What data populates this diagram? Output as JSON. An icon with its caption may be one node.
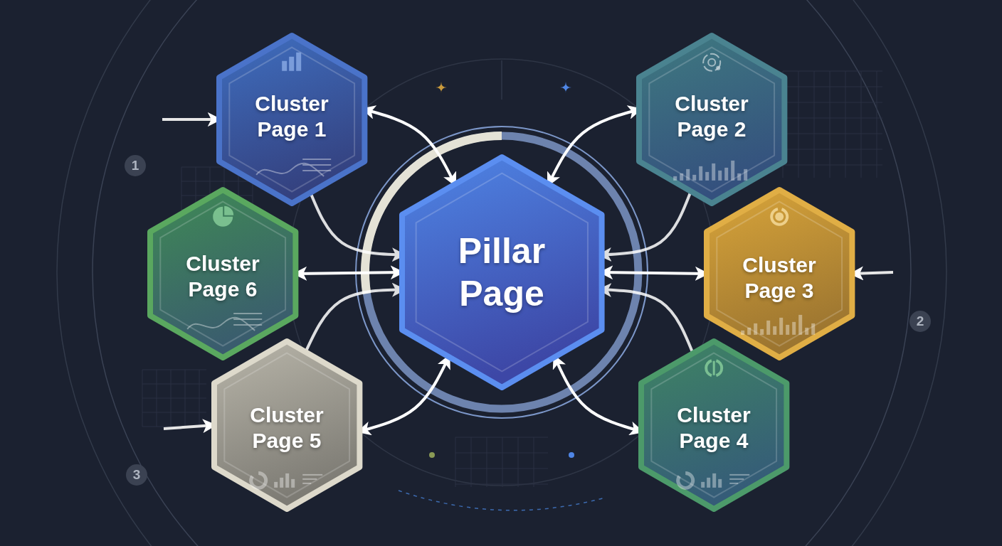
{
  "diagram": {
    "nodes": [
      {
        "text": [
          "Pillar Page"
        ]
      },
      {
        "text": [
          "Cluster Page 1"
        ]
      },
      {
        "text": [
          "Cluster Page 2"
        ]
      },
      {
        "text": [
          "Cluster Page 3"
        ]
      },
      {
        "text": [
          "Cluster Page 4"
        ]
      },
      {
        "text": [
          "Cluster Page 5"
        ]
      },
      {
        "text": [
          "Cluster Page 6"
        ]
      }
    ],
    "edges": [
      {
        "from": 1,
        "to": 0,
        "arrow": "both"
      },
      {
        "from": 2,
        "to": 0,
        "arrow": "both"
      },
      {
        "from": 6,
        "to": 0,
        "arrow": "both"
      },
      {
        "from": 3,
        "to": 0,
        "arrow": "both"
      },
      {
        "from": 5,
        "to": 0,
        "arrow": "both"
      },
      {
        "from": 4,
        "to": 0,
        "arrow": "both"
      },
      {
        "from": 1,
        "to": 0,
        "arrow": "to"
      },
      {
        "from": 5,
        "to": 0,
        "arrow": "to"
      },
      {
        "from": 2,
        "to": 0,
        "arrow": "to"
      },
      {
        "from": 4,
        "to": 0,
        "arrow": "to"
      },
      {
        "from": null,
        "to": 1,
        "arrow": "to"
      },
      {
        "from": null,
        "to": 3,
        "arrow": "to"
      },
      {
        "from": null,
        "to": 5,
        "arrow": "to"
      }
    ],
    "labels": [
      "1",
      "2",
      "3"
    ]
  }
}
